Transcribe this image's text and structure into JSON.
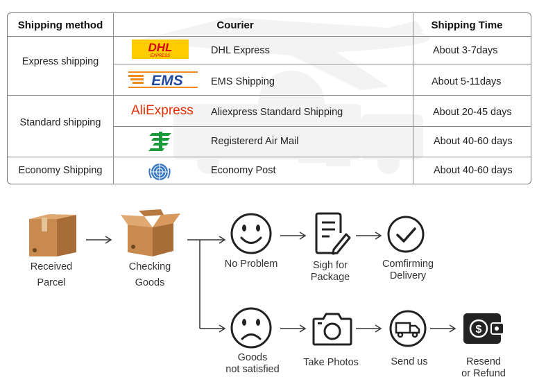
{
  "table": {
    "headers": {
      "method": "Shipping method",
      "courier": "Courier",
      "time": "Shipping Time"
    },
    "groups": [
      {
        "method": "Express shipping"
      },
      {
        "method": "Standard shipping"
      },
      {
        "method": "Economy Shipping"
      }
    ],
    "rows": [
      {
        "logo": "dhl-logo",
        "logo_text": "DHL",
        "logo_sub": "EXPRESS",
        "courier": "DHL Express",
        "time": "About 3-7days"
      },
      {
        "logo": "ems-logo",
        "logo_text": "EMS",
        "courier": "EMS Shipping",
        "time": "About 5-11days"
      },
      {
        "logo": "aliexpress-logo",
        "logo_text": "AliExpress",
        "courier": "Aliexpress Standard Shipping",
        "time": "About 20-45 days"
      },
      {
        "logo": "china-post-icon",
        "courier": "Registererd Air Mail",
        "time": "About 40-60 days"
      },
      {
        "logo": "un-emblem-icon",
        "courier": "Economy Post",
        "time": "About 40-60 days"
      }
    ],
    "colors": {
      "dhl_yellow": "#ffcc00",
      "dhl_red": "#d40511",
      "ems_blue": "#1f4aa0",
      "ems_orange": "#f08a1c",
      "ali_red": "#e62e04",
      "post_green": "#1a9a3a",
      "un_blue": "#3a78c2"
    }
  },
  "flow": {
    "received": [
      "Received",
      "Parcel"
    ],
    "checking": [
      "Checking",
      "Goods"
    ],
    "no_problem": [
      "No Problem"
    ],
    "sign": [
      "Sigh for",
      "Package"
    ],
    "confirm": [
      "Comfirming",
      "Delivery"
    ],
    "not_satisfied": [
      "Goods",
      "not satisfied"
    ],
    "photos": [
      "Take Photos"
    ],
    "send": [
      "Send us"
    ],
    "refund": [
      "Resend",
      "or Refund"
    ]
  }
}
